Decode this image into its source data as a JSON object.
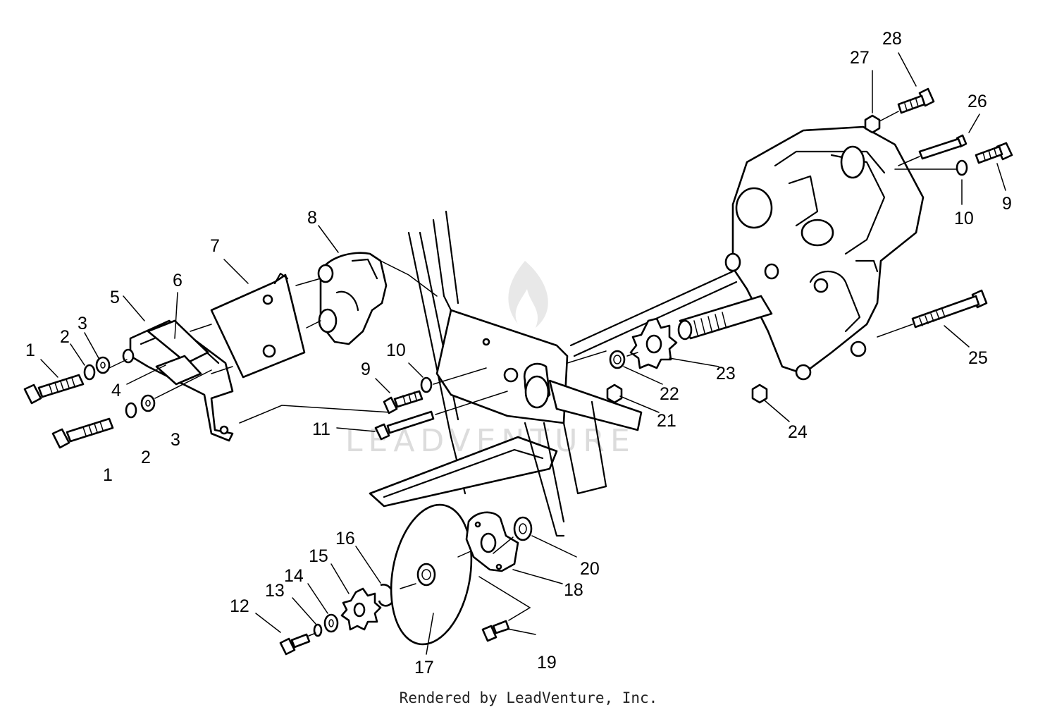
{
  "diagram": {
    "watermark": "LEADVENTURE",
    "callouts": [
      "1",
      "2",
      "3",
      "4",
      "5",
      "6",
      "7",
      "8",
      "9",
      "10",
      "11",
      "12",
      "13",
      "14",
      "15",
      "16",
      "17",
      "18",
      "19",
      "20",
      "21",
      "22",
      "23",
      "24",
      "25",
      "26",
      "27",
      "28"
    ]
  },
  "footer": {
    "text": "Rendered by LeadVenture, Inc."
  }
}
